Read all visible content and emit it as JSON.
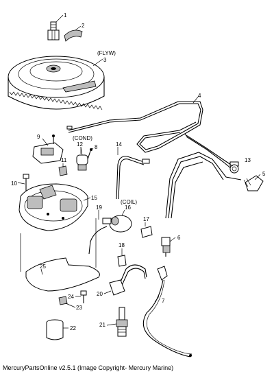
{
  "footer": "MercuryPartsOnline v2.5.1 (Image Copyright- Mercury Marine)",
  "text_labels": {
    "flyw": "(FLYW)",
    "cond": "(COND)",
    "coil": "(COIL)"
  },
  "part_labels": [
    "1",
    "2",
    "3",
    "4",
    "5",
    "6",
    "7",
    "8",
    "9",
    "10",
    "11",
    "12",
    "13",
    "14",
    "15",
    "16",
    "17",
    "18",
    "19",
    "20",
    "21",
    "22",
    "23",
    "24",
    "25"
  ],
  "colors": {
    "ink": "#000000",
    "background": "#ffffff"
  }
}
